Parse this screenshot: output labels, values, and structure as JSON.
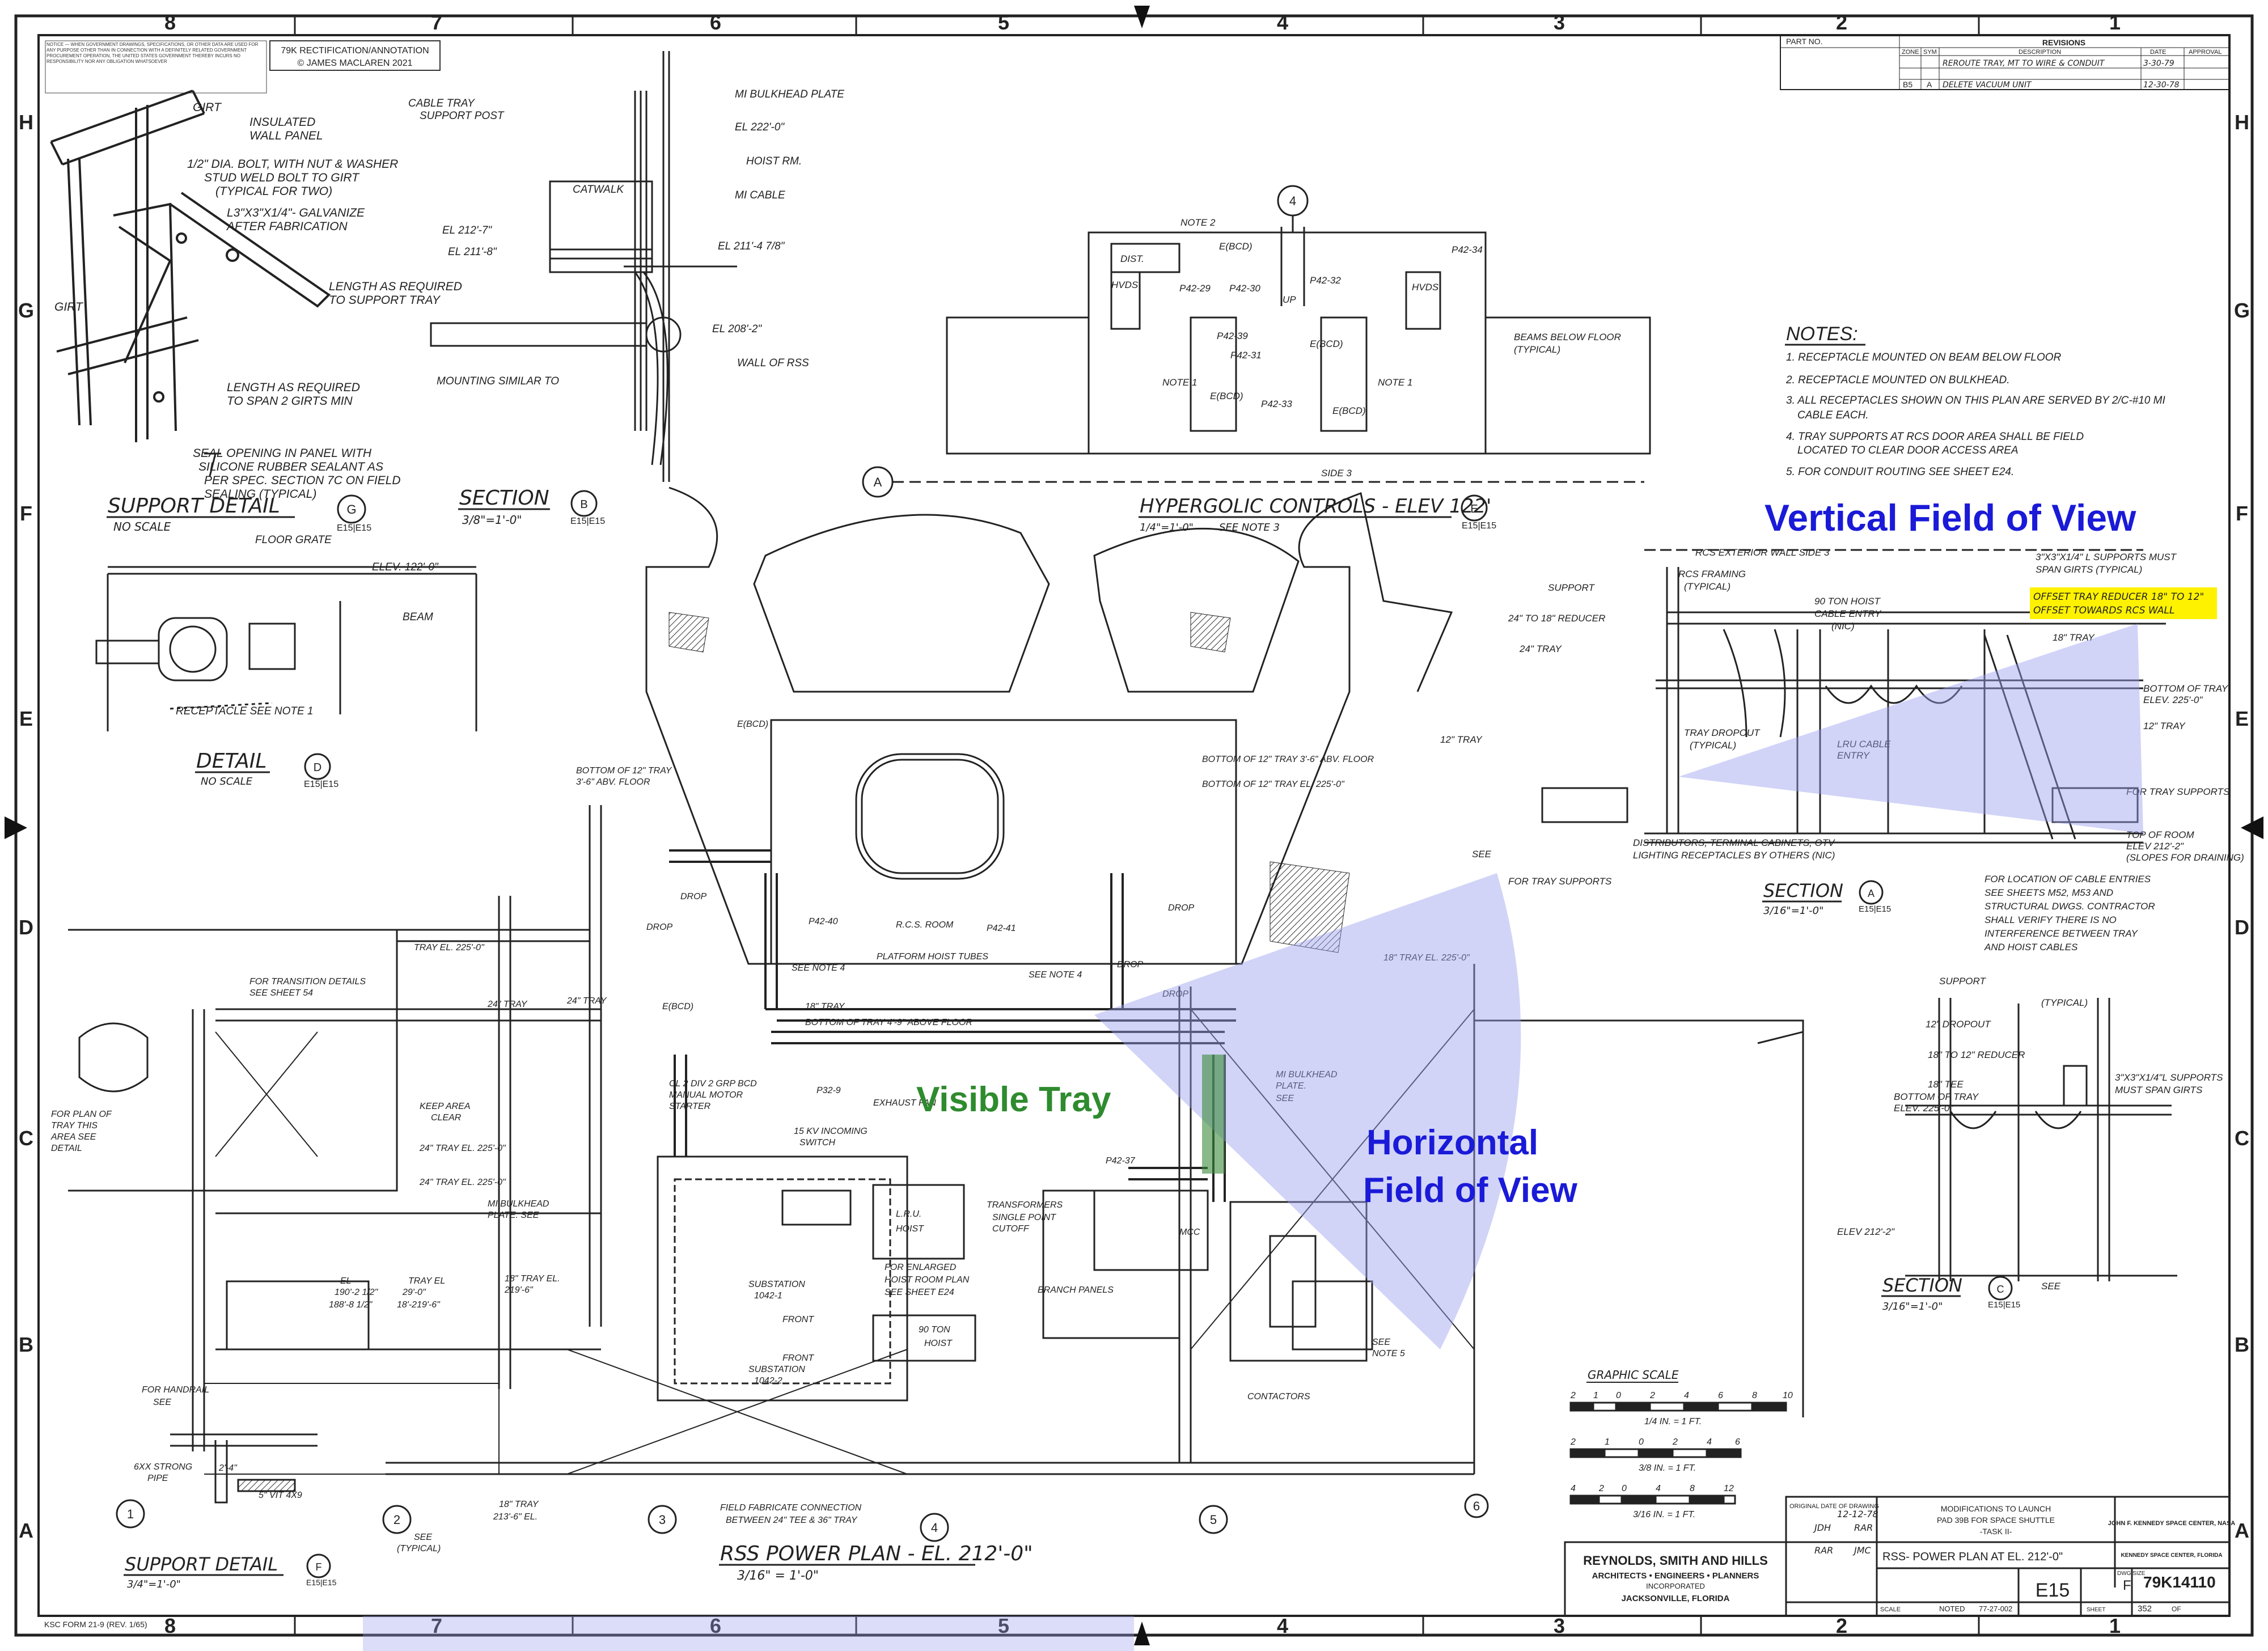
{
  "annotation_box": {
    "line1": "79K RECTIFICATION/ANNOTATION",
    "line2": "© JAMES MACLAREN 2021"
  },
  "notice_text": "NOTICE — WHEN GOVERNMENT DRAWINGS, SPECIFICATIONS, OR OTHER DATA ARE USED FOR ANY PURPOSE OTHER THAN IN CONNECTION WITH A DEFINITELY RELATED GOVERNMENT PROCUREMENT OPERATION, THE UNITED STATES GOVERNMENT THEREBY INCURS NO RESPONSIBILITY NOR ANY OBLIGATION WHATSOEVER",
  "grid": {
    "cols": [
      "8",
      "7",
      "6",
      "5",
      "4",
      "3",
      "2",
      "1"
    ],
    "rows": [
      "H",
      "G",
      "F",
      "E",
      "D",
      "C",
      "B",
      "A"
    ]
  },
  "overlay": {
    "vertical_fov": "Vertical Field of View",
    "visible_tray": "Visible Tray",
    "horizontal_fov_1": "Horizontal",
    "horizontal_fov_2": "Field of View",
    "fov_color": "#9aa0ee",
    "tray_color": "#3a8a3a",
    "label_blue": "#1a1ad8",
    "label_green": "#2e8b2e",
    "highlight_color": "#fff200"
  },
  "revisions": {
    "part_no_label": "PART NO.",
    "title": "REVISIONS",
    "headers": [
      "ZONE",
      "SYM",
      "DESCRIPTION",
      "DATE",
      "APPROVAL"
    ],
    "rows": [
      {
        "zone": "",
        "sym": "",
        "desc": "REROUTE TRAY, MT TO WIRE & CONDUIT",
        "date": "3-30-79",
        "appr": ""
      },
      {
        "zone": "B5",
        "sym": "A",
        "desc": "DELETE VACUUM UNIT",
        "date": "12-30-78",
        "appr": ""
      }
    ]
  },
  "notes": {
    "title": "NOTES:",
    "items": [
      "1. RECEPTACLE MOUNTED ON BEAM BELOW FLOOR",
      "2. RECEPTACLE MOUNTED ON BULKHEAD.",
      "3. ALL RECEPTACLES SHOWN ON THIS PLAN ARE SERVED BY 2/C-#10 MI",
      "CABLE EACH.",
      "4. TRAY SUPPORTS AT RCS DOOR AREA SHALL BE FIELD",
      "LOCATED TO CLEAR DOOR ACCESS AREA",
      "5. FOR CONDUIT ROUTING SEE SHEET E24."
    ]
  },
  "details": {
    "support_detail_tl": {
      "title": "SUPPORT DETAIL",
      "scale": "NO SCALE",
      "ref": "G",
      "sheets": "E15|E15"
    },
    "support_labels": [
      "GIRT",
      "INSULATED",
      "WALL PANEL",
      "1/2\" DIA. BOLT, WITH NUT & WASHER",
      "STUD WELD BOLT TO GIRT",
      "(TYPICAL FOR TWO)",
      "L3\"X3\"X1/4\"- GALVANIZE",
      "AFTER FABRICATION",
      "GIRT",
      "LENGTH AS REQUIRED",
      "TO SUPPORT TRAY",
      "LENGTH AS REQUIRED",
      "TO SPAN 2 GIRTS MIN",
      "SEAL OPENING IN PANEL WITH",
      "SILICONE RUBBER SEALANT AS",
      "PER SPEC. SECTION 7C ON FIELD",
      "SEALING (TYPICAL)"
    ],
    "section_b": {
      "title": "SECTION",
      "scale": "3/8\"=1'-0\"",
      "ref": "B",
      "sheets": "E15|E15"
    },
    "section_b_labels": [
      "CABLE TRAY",
      "SUPPORT POST",
      "MI BULKHEAD PLATE",
      "EL 222'-0\"",
      "HOIST RM.",
      "CATWALK",
      "MI CABLE",
      "EL 212'-7\"",
      "EL 211'-8\"",
      "EL 211'-4 7/8\"",
      "EL 208'-2\"",
      "WALL OF RSS",
      "MOUNTING SIMILAR TO"
    ],
    "detail_d": {
      "title": "DETAIL",
      "scale": "NO SCALE",
      "ref": "D",
      "sheets": "E15|E15"
    },
    "detail_d_labels": [
      "FLOOR GRATE",
      "ELEV. 122'-0\"",
      "BEAM",
      "RECEPTACLE SEE NOTE 1"
    ],
    "hypergolic": {
      "title": "HYPERGOLIC CONTROLS - ELEV 122'",
      "scale": "1/4\"=1'-0\"",
      "note": "SEE NOTE 3",
      "ref": "E",
      "sheets": "E15|E15"
    },
    "hyper_labels": [
      "NOTE 2",
      "DIST.",
      "E(BCD)",
      "P42-34",
      "HVDS",
      "P42-29",
      "P42-30",
      "UP",
      "P42-32",
      "HVDS",
      "P42-39",
      "E(BCD)",
      "E(BCD)",
      "P42-31",
      "NOTE 1",
      "NOTE 1",
      "P42-33",
      "E(BCD)",
      "BEAMS BELOW FLOOR",
      "(TYPICAL)",
      "SIDE 3"
    ],
    "section_a": {
      "title": "SECTION",
      "scale": "3/16\"=1'-0\"",
      "ref": "A",
      "sheets": "E15|E15"
    },
    "section_a_labels": [
      "RCS EXTERIOR WALL SIDE 3",
      "3\"X3\"X1/4\" L SUPPORTS MUST",
      "SPAN GIRTS (TYPICAL)",
      "SUPPORT",
      "RCS FRAMING",
      "(TYPICAL)",
      "24\" TO 18\" REDUCER",
      "90 TON HOIST",
      "CABLE ENTRY",
      "(NIC)",
      "18\" TRAY",
      "24\" TRAY",
      "BOTTOM OF TRAY",
      "ELEV. 225'-0\"",
      "12\" TRAY",
      "12\" TRAY",
      "TRAY DROPOUT",
      "(TYPICAL)",
      "LRU CABLE",
      "ENTRY",
      "FOR TRAY SUPPORTS",
      "TOP OF ROOM",
      "ELEV 212'-2\"",
      "(SLOPES FOR DRAINING)",
      "DISTRIBUTORS, TERMINAL CABINETS, OTV",
      "LIGHTING RECEPTACLES BY OTHERS (NIC)",
      "SEE",
      "FOR TRAY SUPPORTS"
    ],
    "highlight_note": [
      "OFFSET TRAY REDUCER 18\" TO 12\"",
      "OFFSET TOWARDS RCS WALL"
    ],
    "cable_entries_note": [
      "FOR LOCATION OF CABLE ENTRIES",
      "SEE SHEETS M52, M53 AND",
      "STRUCTURAL DWGS. CONTRACTOR",
      "SHALL VERIFY THERE IS NO",
      "INTERFERENCE BETWEEN TRAY",
      "AND HOIST CABLES"
    ],
    "section_c": {
      "title": "SECTION",
      "scale": "3/16\"=1'-0\"",
      "ref": "C",
      "sheets": "E15|E15"
    },
    "section_c_labels": [
      "SUPPORT",
      "(TYPICAL)",
      "12\" DROPOUT",
      "18\" TO 12\" REDUCER",
      "18\" TEE",
      "BOTTOM OF TRAY",
      "ELEV. 225'-0\"",
      "3\"X3\"X1/4\"L SUPPORTS",
      "MUST SPAN GIRTS",
      "ELEV 212'-2\"",
      "SEE"
    ],
    "support_detail_bl": {
      "title": "SUPPORT DETAIL",
      "scale": "3/4\"=1'-0\"",
      "ref": "F",
      "sheets": "E15|E15"
    },
    "support_bl_labels": [
      "FOR HANDRAIL",
      "SEE",
      "6XX STRONG",
      "PIPE",
      "2'-4\"",
      "5\" VIT 4X9"
    ]
  },
  "plan": {
    "title": "RSS POWER PLAN - EL. 212'-0\"",
    "scale": "3/16\" = 1'-0\"",
    "labels": [
      "BOTTOM OF 12\" TRAY",
      "3'-6\" ABV. FLOOR",
      "BOTTOM OF 12\" TRAY 3'-6\" ABV. FLOOR",
      "BOTTOM OF 12\" TRAY EL. 225'-0\"",
      "E(BCD)",
      "DROP",
      "DROP",
      "P42-40",
      "R.C.S. ROOM",
      "P42-41",
      "DROP",
      "TRAY EL. 225'-0\"",
      "SEE NOTE 4",
      "PLATFORM HOIST TUBES",
      "SEE NOTE 4",
      "18\" TRAY EL. 225'-0\"",
      "FOR TRANSITION DETAILS",
      "SEE SHEET 54",
      "24\" TRAY",
      "18\" TRAY",
      "BOTTOM OF TRAY 4'-9\" ABOVE FLOOR",
      "DROP",
      "24\" TRAY",
      "E(BCD)",
      "CL 2 DIV 2 GRP BCD",
      "MANUAL MOTOR",
      "STARTER",
      "EXHAUST FAN",
      "P32-9",
      "P42-37",
      "MI BULKHEAD",
      "PLATE.",
      "SEE",
      "FOR PLAN OF",
      "TRAY THIS",
      "AREA SEE",
      "DETAIL",
      "KEEP AREA",
      "CLEAR",
      "24\" TRAY EL. 225'-0\"",
      "24\" TRAY EL. 225'-0\"",
      "MI BULKHEAD",
      "PLATE. SEE",
      "15 KV INCOMING",
      "SWITCH",
      "L.R.U.",
      "HOIST",
      "TRANSFORMERS",
      "SINGLE POINT",
      "CUTOFF",
      "MCC",
      "FOR ENLARGED",
      "HOIST ROOM PLAN",
      "SEE SHEET E24",
      "SUBSTATION",
      "1042-1",
      "FRONT",
      "BRANCH PANELS",
      "90 TON",
      "HOIST",
      "SUBSTATION",
      "1042-2",
      "FRONT",
      "CONTACTORS",
      "SEE",
      "NOTE 5",
      "18\" TRAY EL.",
      "219'-6\"",
      "EL",
      "190'-2 1/2\"",
      "188'-8 1/2\"",
      "TRAY EL",
      "29'-0\"",
      "18'-219'-6\"",
      "FIELD FABRICATE CONNECTION",
      "BETWEEN 24\" TEE & 36\" TRAY",
      "18\" TRAY",
      "213'-6\" EL.",
      "SEE",
      "(TYPICAL)",
      "DROP"
    ]
  },
  "graphic_scale": {
    "title": "GRAPHIC SCALE",
    "rows": [
      {
        "ticks": [
          "2",
          "1",
          "0",
          "2",
          "4",
          "6",
          "8",
          "10"
        ],
        "label": "1/4 IN. = 1 FT."
      },
      {
        "ticks": [
          "2",
          "1",
          "0",
          "2",
          "4",
          "6"
        ],
        "label": "3/8 IN. = 1 FT."
      },
      {
        "ticks": [
          "4",
          "2",
          "0",
          "4",
          "8",
          "12"
        ],
        "label": "3/16 IN. = 1 FT."
      }
    ]
  },
  "title_block": {
    "company": [
      "REYNOLDS, SMITH AND HILLS",
      "ARCHITECTS • ENGINEERS • PLANNERS",
      "INCORPORATED",
      "JACKSONVILLE, FLORIDA"
    ],
    "original_date_label": "ORIGINAL DATE OF DRAWING",
    "original_date": "12-12-78",
    "drawn": "JDH",
    "checked": "RAR",
    "engineer": "RAR",
    "designer": "JMC",
    "project": [
      "MODIFICATIONS TO LAUNCH",
      "PAD 39B FOR SPACE SHUTTLE",
      "-TASK II-"
    ],
    "agency": [
      "JOHN F. KENNEDY SPACE CENTER, NASA",
      "KENNEDY SPACE CENTER, FLORIDA"
    ],
    "drawing_title": "RSS- POWER PLAN AT EL. 212'-0\"",
    "size_label": "DWG SIZE",
    "size": "F",
    "dwg_no": "79K14110",
    "sheet_code": "E15",
    "scale_label": "SCALE",
    "scale": "NOTED",
    "date2": "77-27-002",
    "sheet_label": "SHEET",
    "sheet": "352",
    "sheet_of": "OF",
    "form": "KSC FORM 21-9 (REV. 1/65)"
  }
}
